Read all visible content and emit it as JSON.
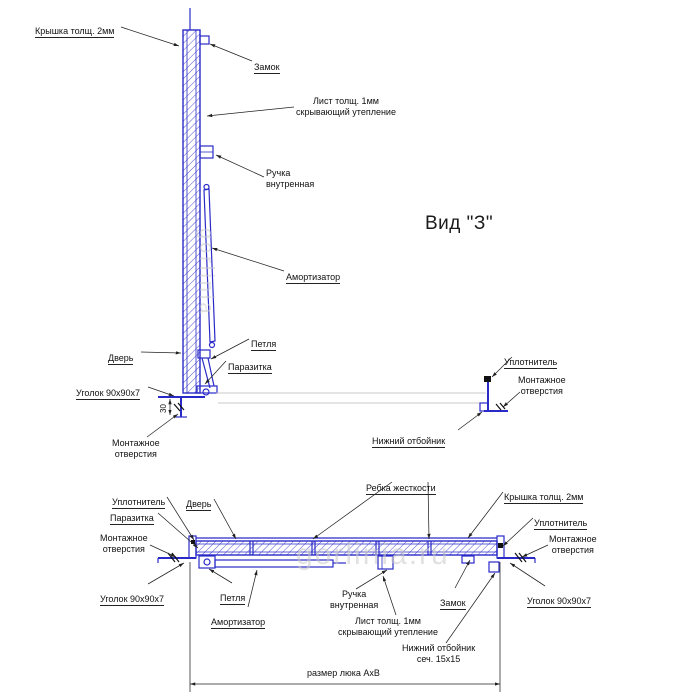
{
  "colors": {
    "line": "#2a2ac8",
    "leader": "#222222",
    "watermark": "#c9c9c9"
  },
  "view_title": "Вид \"З\"",
  "watermark": {
    "horizontal": "gorlinia.ru",
    "vertical": "gorlinia"
  },
  "side": {
    "cover": "Крышка толщ. 2мм",
    "lock": "Замок",
    "sheet": "Лист толщ. 1мм\nскрывающий утепление",
    "handle": "Ручка\nвнутренная",
    "damper": "Амортизатор",
    "hinge": "Петля",
    "parasite": "Паразитка",
    "door": "Дверь",
    "angle": "Уголок 90x90x7",
    "dim_30": "30",
    "mounting_left": "Монтажное\nотверстия",
    "seal": "Уплотнитель",
    "mounting_right": "Монтажное\nотверстия",
    "bumper": "Нижний отбойник"
  },
  "plan": {
    "ribs": "Ребка жесткости",
    "seal_left": "Уплотнитель",
    "parasite": "Паразитка",
    "door": "Дверь",
    "cover": "Крышка толщ. 2мм",
    "seal_right": "Уплотнитель",
    "mounting_left": "Монтажное\nотверстия",
    "mounting_right": "Монтажное\nотверстия",
    "angle_left": "Уголок 90x90x7",
    "angle_right": "Уголок 90x90x7",
    "hinge": "Петля",
    "damper": "Амортизатор",
    "handle": "Ручка\nвнутренная",
    "sheet": "Лист толщ. 1мм\nскрывающий утепление",
    "lock": "Замок",
    "bumper": "Нижний отбойник\nсеч. 15x15",
    "size": "размер люка AxB"
  }
}
